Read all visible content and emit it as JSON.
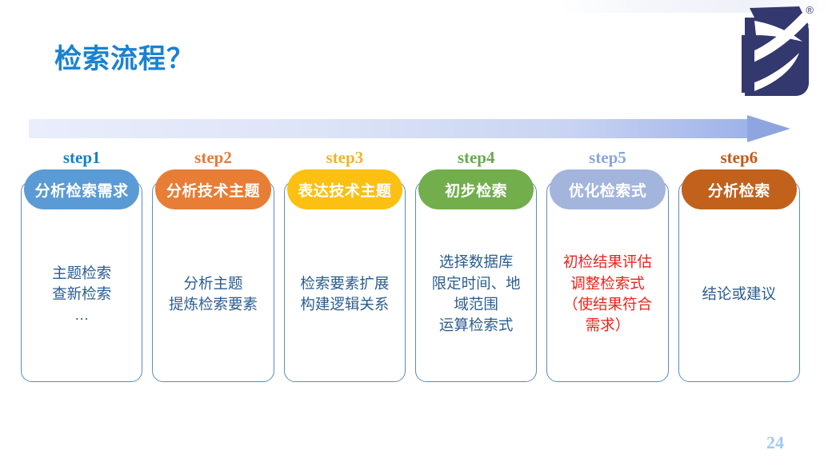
{
  "slide": {
    "title": "检索流程？",
    "title_color": "#1982d1",
    "page_number": "24",
    "page_number_color": "#9ecbef",
    "background": "#ffffff"
  },
  "logo": {
    "name": "brand-logo",
    "registered_mark": "®",
    "color": "#33386e"
  },
  "arrow": {
    "name": "progress-arrow",
    "direction": "right",
    "shaft_gradient_start": "#eaeefb",
    "shaft_gradient_end": "#9db2e8",
    "head_color": "#8fa5e0"
  },
  "steps": [
    {
      "label": "step1",
      "label_color": "#1a7fc4",
      "header": "分析检索需求",
      "header_color": "#5b9bd5",
      "body": "主题检索\n查新检索\n…",
      "body_color": "#2b5d90"
    },
    {
      "label": "step2",
      "label_color": "#e8793a",
      "header": "分析技术主题",
      "header_color": "#e87d35",
      "body": "分析主题\n提炼检索要素",
      "body_color": "#2b5d90"
    },
    {
      "label": "step3",
      "label_color": "#f0b429",
      "header": "表达技术主题",
      "header_color": "#fbc012",
      "body": "检索要素扩展\n构建逻辑关系",
      "body_color": "#2b5d90"
    },
    {
      "label": "step4",
      "label_color": "#6aa84f",
      "header": "初步检索",
      "header_color": "#72ae4c",
      "body": "选择数据库\n限定时间、地\n域范围\n运算检索式",
      "body_color": "#2b5d90"
    },
    {
      "label": "step5",
      "label_color": "#8ba6d8",
      "header": "优化检索式",
      "header_color": "#a3b4dd",
      "body": "初检结果评估\n调整检索式\n（使结果符合\n需求）",
      "body_color": "#e8251b"
    },
    {
      "label": "step6",
      "label_color": "#c05a19",
      "header": "分析检索",
      "header_color": "#c1611c",
      "body": "结论或建议",
      "body_color": "#2b5d90"
    }
  ]
}
